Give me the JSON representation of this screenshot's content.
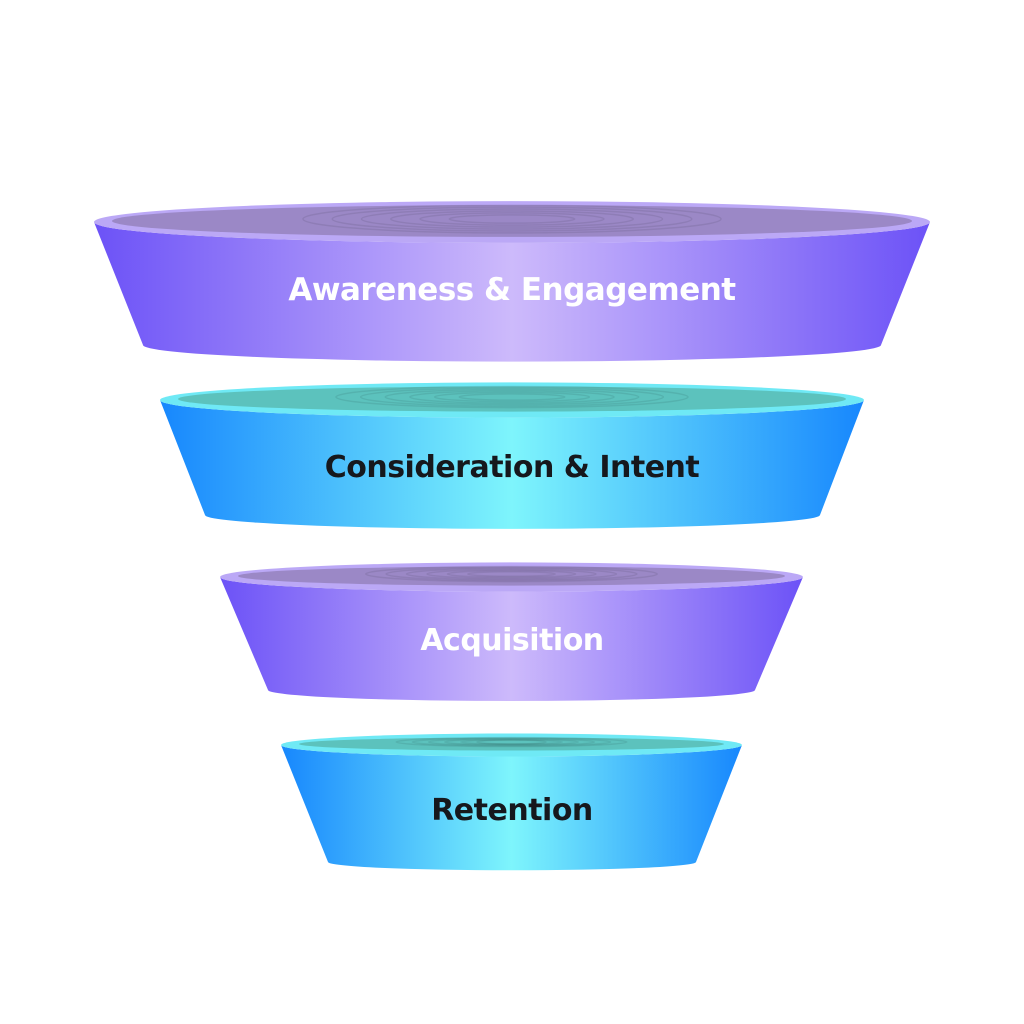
{
  "funnel": {
    "stages": [
      {
        "label": "Awareness & Engagement",
        "theme": "purple",
        "text_color": "#ffffff"
      },
      {
        "label": "Consideration & Intent",
        "theme": "blue",
        "text_color": "#16181d"
      },
      {
        "label": "Acquisition",
        "theme": "purple",
        "text_color": "#ffffff"
      },
      {
        "label": "Retention",
        "theme": "blue",
        "text_color": "#16181d"
      }
    ]
  },
  "colors": {
    "purple_edge": "#6c52f7",
    "purple_center": "#cdbafb",
    "purple_rim": "#bba8f6",
    "purple_inner": "#9b88c6",
    "blue_edge": "#1787fd",
    "blue_center": "#7ef5fc",
    "blue_rim": "#6fe9f5",
    "blue_inner": "#5cc2bd"
  }
}
